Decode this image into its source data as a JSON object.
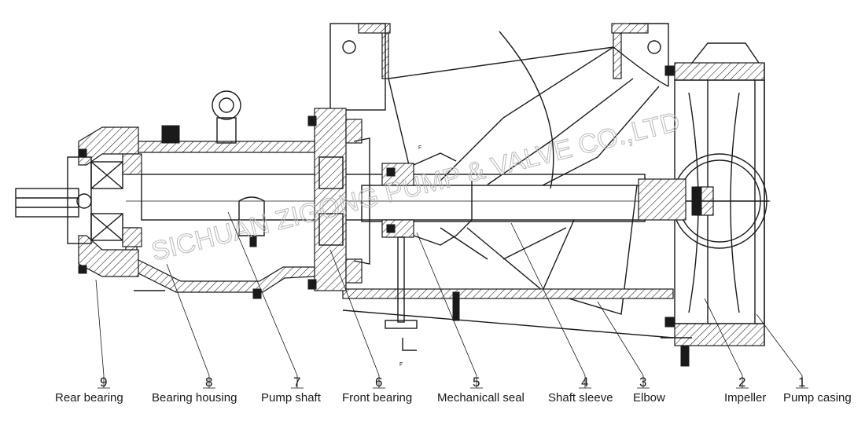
{
  "watermark": "SICHUAN ZIGONG PUMP & VALVE CO.,LTD",
  "view_marker": "F",
  "parts": [
    {
      "number": "1",
      "name": "Pump casing"
    },
    {
      "number": "2",
      "name": "Impeller"
    },
    {
      "number": "3",
      "name": "Elbow"
    },
    {
      "number": "4",
      "name": "Shaft sleeve"
    },
    {
      "number": "5",
      "name": "Mechanicall seal"
    },
    {
      "number": "6",
      "name": "Front bearing"
    },
    {
      "number": "7",
      "name": "Pump shaft"
    },
    {
      "number": "8",
      "name": "Bearing housing"
    },
    {
      "number": "9",
      "name": "Rear bearing"
    }
  ]
}
